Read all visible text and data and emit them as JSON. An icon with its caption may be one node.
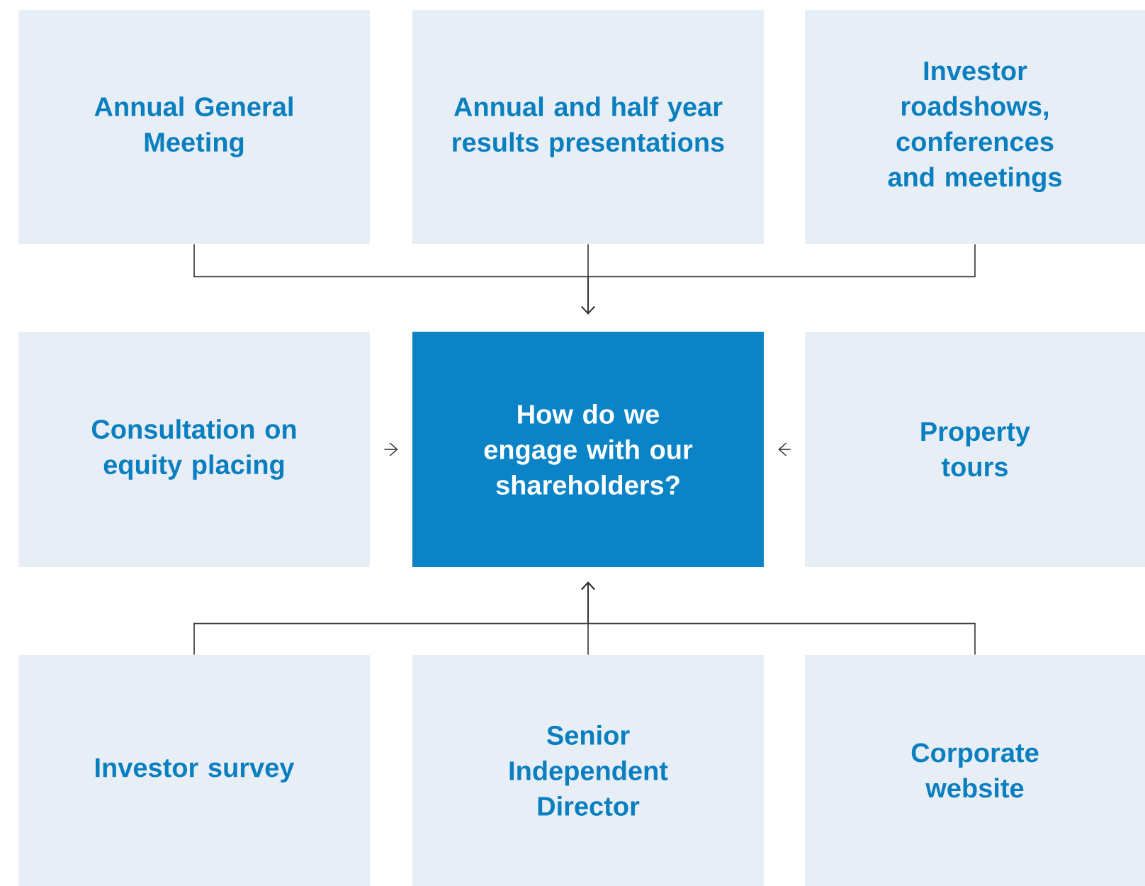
{
  "diagram": {
    "nodes": [
      {
        "text": [
          "Annual General Meeting"
        ]
      },
      {
        "text": [
          "Annual and half year results presentations"
        ]
      },
      {
        "text": [
          "Investor roadshows, conferences and meetings"
        ]
      },
      {
        "text": [
          "Consultation on equity placing"
        ]
      },
      {
        "text": [
          "How do we engage with our shareholders?"
        ]
      },
      {
        "text": [
          "Property tours"
        ]
      },
      {
        "text": [
          "Investor survey"
        ]
      },
      {
        "text": [
          "Senior Independent Director"
        ]
      },
      {
        "text": [
          "Corporate website"
        ]
      }
    ],
    "edges": [
      {
        "from": 0,
        "to": 4,
        "arrow": "to"
      },
      {
        "from": 1,
        "to": 4,
        "arrow": "to"
      },
      {
        "from": 2,
        "to": 4,
        "arrow": "to"
      },
      {
        "from": 3,
        "to": 4,
        "arrow": "to"
      },
      {
        "from": 5,
        "to": 4,
        "arrow": "to"
      },
      {
        "from": 6,
        "to": 4,
        "arrow": "to"
      },
      {
        "from": 7,
        "to": 4,
        "arrow": "to"
      },
      {
        "from": 8,
        "to": 4,
        "arrow": "to"
      }
    ]
  }
}
